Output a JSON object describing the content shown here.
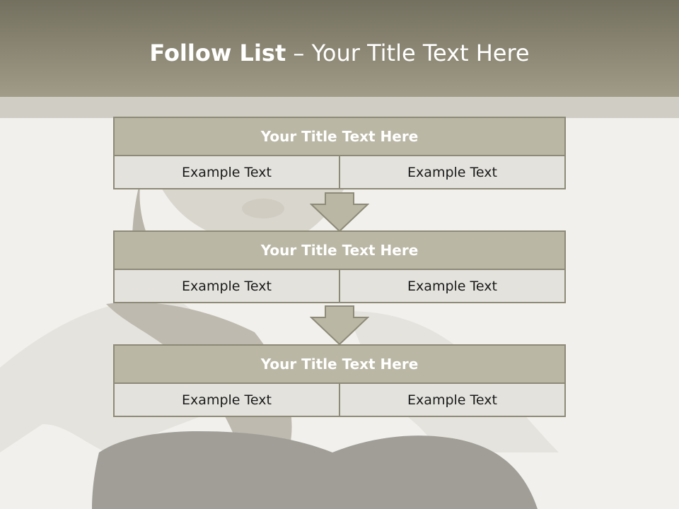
{
  "slide": {
    "title_bold": "Follow List",
    "title_rest": " – Your Title Text Here",
    "blocks": [
      {
        "title": "Your Title Text Here",
        "cells": [
          "Example Text",
          "Example Text"
        ]
      },
      {
        "title": "Your Title Text Here",
        "cells": [
          "Example Text",
          "Example Text"
        ]
      },
      {
        "title": "Your Title Text Here",
        "cells": [
          "Example Text",
          "Example Text"
        ]
      }
    ]
  },
  "colors": {
    "header": "#8d8976",
    "block_header": "#bab7a5",
    "block_cell": "#e3e2dd",
    "border": "#8d8a78",
    "arrow": "#bab7a5"
  }
}
